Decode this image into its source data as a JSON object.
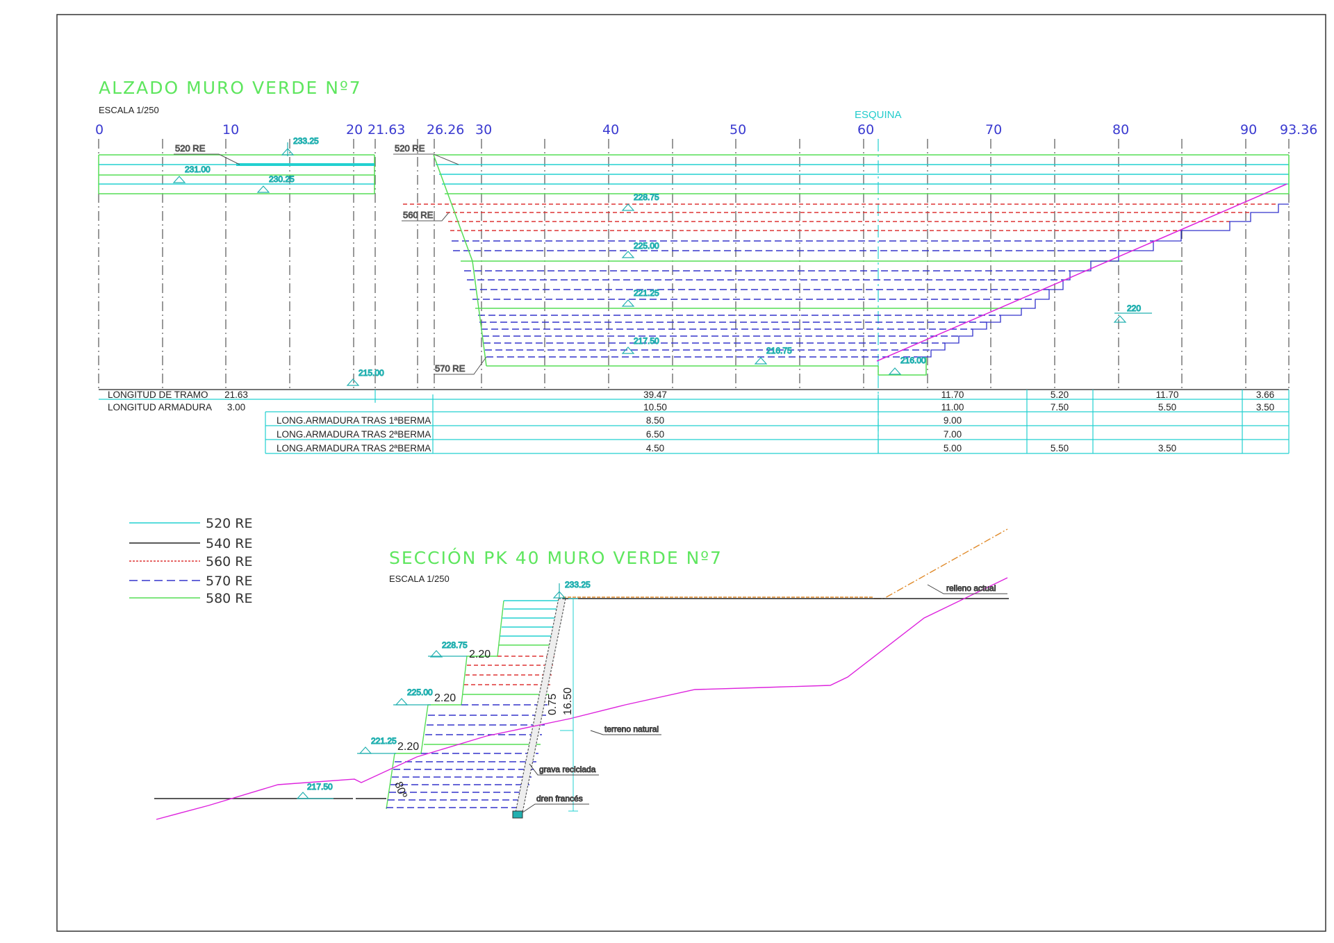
{
  "elevation": {
    "title": "ALZADO MURO VERDE Nº7",
    "scale": "ESCALA 1/250",
    "ticks": [
      "0",
      "10",
      "20",
      "21.63",
      "26.26",
      "30",
      "40",
      "50",
      "60",
      "70",
      "80",
      "90",
      "93.36"
    ],
    "corner_label": "ESQUINA",
    "callouts": [
      "520 RE",
      "520 RE",
      "560 RE",
      "570 RE"
    ],
    "levels": [
      "233.25",
      "231.00",
      "230.25",
      "228.75",
      "225.00",
      "221.25",
      "217.50",
      "216.75",
      "216.00",
      "215.00",
      "220"
    ]
  },
  "table": {
    "row1_label": "LONGITUD DE TRAMO",
    "row2_label": "LONGITUD ARMADURA",
    "row3_label": "LONG.ARMADURA TRAS 1ªBERMA",
    "row4_label": "LONG.ARMADURA TRAS 2ªBERMA",
    "row5_label": "LONG.ARMADURA TRAS 2ªBERMA",
    "tramo": [
      "21.63",
      "39.47",
      "11.70",
      "5.20",
      "11.70",
      "3.66"
    ],
    "armadura": [
      "3.00",
      "10.50",
      "11.00",
      "7.50",
      "5.50",
      "3.50"
    ],
    "berma1": [
      "8.50",
      "9.00"
    ],
    "berma2": [
      "6.50",
      "7.00"
    ],
    "berma3": [
      "4.50",
      "5.00",
      "5.50",
      "3.50"
    ]
  },
  "legend": [
    {
      "label": "520 RE",
      "color": "#22d0d0"
    },
    {
      "label": "540 RE",
      "color": "#222222"
    },
    {
      "label": "560 RE",
      "color": "#dd3333"
    },
    {
      "label": "570 RE",
      "color": "#3333cc"
    },
    {
      "label": "580 RE",
      "color": "#55dd55"
    }
  ],
  "section": {
    "title": "SECCIÓN PK 40 MURO VERDE Nº7",
    "scale": "ESCALA 1/250",
    "levels": [
      "233.25",
      "228.75",
      "225.00",
      "221.25",
      "217.50"
    ],
    "berm_widths": [
      "2.20",
      "2.20",
      "2.20"
    ],
    "dim_offset": "0.75",
    "dim_height": "16.50",
    "slope_label": "80º",
    "labels": {
      "fill": "relleno actual",
      "ground": "terreno natural",
      "gravel": "grava reciclada",
      "drain": "dren francés"
    }
  }
}
